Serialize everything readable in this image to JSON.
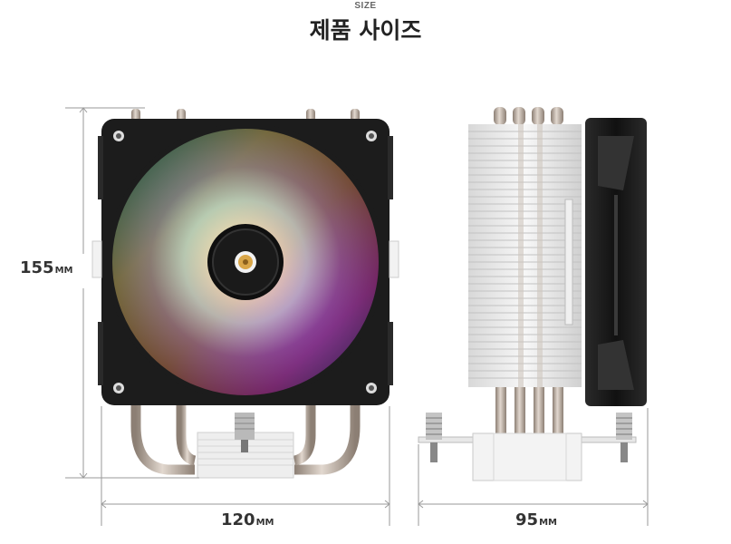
{
  "header": {
    "eyebrow": "SIZE",
    "title": "제품 사이즈"
  },
  "dimensions": {
    "height": {
      "value": "155",
      "unit": "MM"
    },
    "width": {
      "value": "120",
      "unit": "MM"
    },
    "depth": {
      "value": "95",
      "unit": "MM"
    }
  },
  "colors": {
    "fan_frame": "#1c1c1c",
    "heatpipe": "#b8a99c",
    "fins": "#e8e8e8",
    "dimension_line": "#9a9a9a",
    "center_cap": "#d9a648"
  }
}
